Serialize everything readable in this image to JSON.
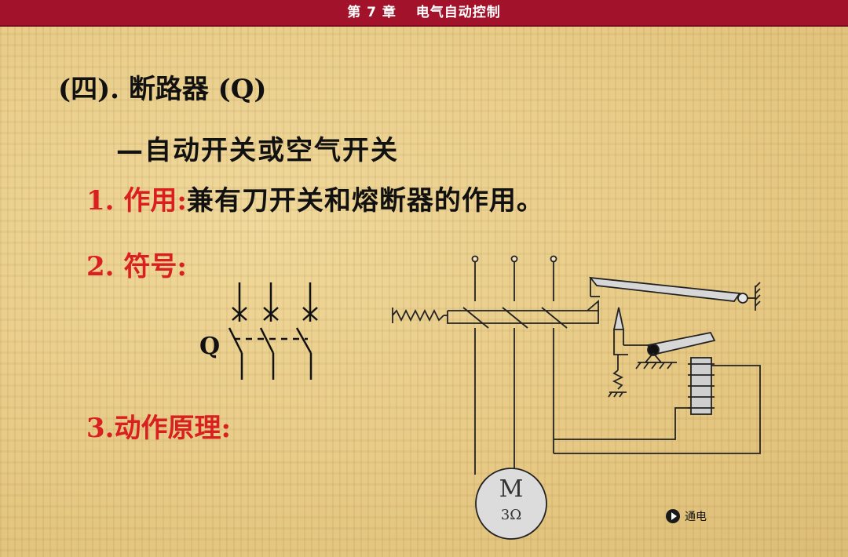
{
  "header": {
    "title": "第 7 章　 电气自动控制"
  },
  "section": {
    "title": "(四). 断路器 (Q)",
    "subtitle": "—自动开关或空气开关"
  },
  "items": [
    {
      "label": "1. 作用:",
      "text": "兼有刀开关和熔断器的作用。"
    },
    {
      "label": "2. 符号:"
    },
    {
      "label": "3.动作原理:"
    }
  ],
  "symbol": {
    "label": "Q"
  },
  "diagram": {
    "motor_label": "M",
    "motor_sub": "3Ω"
  },
  "nav": {
    "label": "通电",
    "icon": "play-icon"
  },
  "colors": {
    "header": "#a3122b",
    "accent": "#d91f1f",
    "text": "#111111"
  }
}
